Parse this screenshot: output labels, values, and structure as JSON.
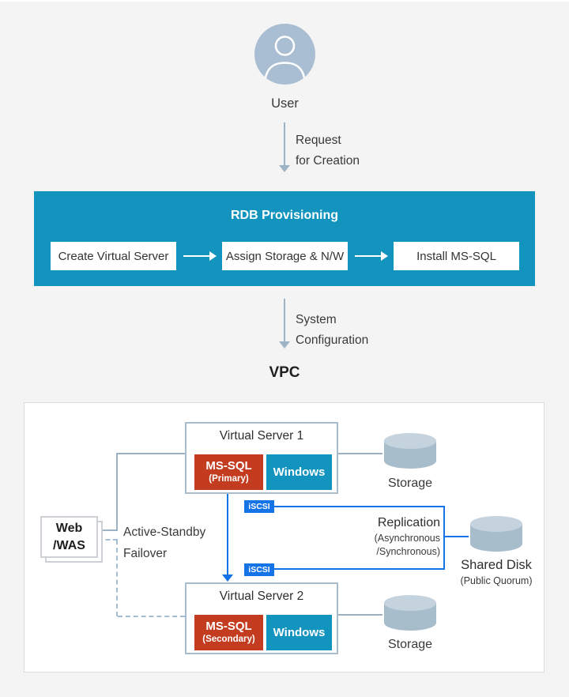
{
  "colors": {
    "teal": "#1294bf",
    "red": "#c33c20",
    "blue": "#1473e6",
    "connector_gray": "#9cb2c4",
    "cylinder_body": "#a8bdcc",
    "background": "#f4f4f5"
  },
  "flow": {
    "user_label": "User",
    "request_arrow_line1": "Request",
    "request_arrow_line2": "for Creation",
    "provisioning_title": "RDB Provisioning",
    "steps": [
      "Create Virtual Server",
      "Assign Storage & N/W",
      "Install MS-SQL"
    ],
    "system_arrow_line1": "System",
    "system_arrow_line2": "Configuration",
    "vpc_label": "VPC"
  },
  "vpc": {
    "server1": {
      "title": "Virtual Server 1",
      "db": "MS-SQL",
      "role": "(Primary)",
      "os": "Windows"
    },
    "server2": {
      "title": "Virtual Server 2",
      "db": "MS-SQL",
      "role": "(Secondary)",
      "os": "Windows"
    },
    "storage1_label": "Storage",
    "storage2_label": "Storage",
    "web_was_line1": "Web",
    "web_was_line2": "/WAS",
    "failover_line1": "Active-Standby",
    "failover_line2": "Failover",
    "iscsi_top": "iSCSI",
    "iscsi_bottom": "iSCSI",
    "replication_title": "Replication",
    "replication_sub1": "(Asynchronous",
    "replication_sub2": "/Synchronous)",
    "shared_disk_title": "Shared Disk",
    "shared_disk_sub": "(Public Quorum)"
  }
}
